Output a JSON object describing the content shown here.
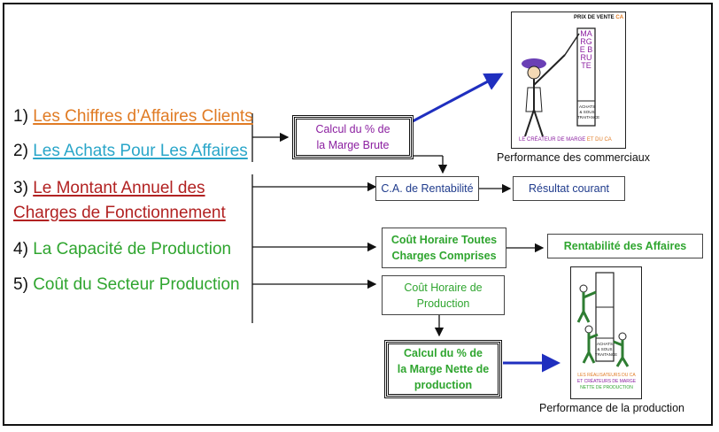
{
  "items": [
    {
      "num": "1)",
      "label": "Les Chiffres d’Affaires Clients",
      "color": "#e07b24"
    },
    {
      "num": "2)",
      "label": "Les Achats Pour Les Affaires",
      "color": "#2aa6c9"
    },
    {
      "num": "3)",
      "label_line1": "Le Montant Annuel des",
      "label_line2": "Charges de Fonctionnement",
      "color": "#b22222"
    },
    {
      "num": "4)",
      "label": "La Capacité de Production",
      "color": "#2fa52f"
    },
    {
      "num": "5)",
      "label": "Coût du Secteur Production",
      "color": "#2fa52f"
    }
  ],
  "boxes": {
    "marge_brute": {
      "line1": "Calcul du  % de",
      "line2": "la Marge Brute",
      "color": "#8b1fa0"
    },
    "ca_rentabilite": {
      "text": "C.A. de Rentabilité",
      "color": "#1f3b8c"
    },
    "resultat_courant": {
      "text": "Résultat courant",
      "color": "#1f3b8c"
    },
    "cout_horaire_toutes": {
      "line1": "Coût Horaire Toutes",
      "line2": "Charges Comprises",
      "color": "#2fa52f"
    },
    "rentabilite_affaires": {
      "text": "Rentabilité des Affaires",
      "color": "#2fa52f"
    },
    "cout_horaire_production": {
      "line1": "Coût Horaire de",
      "line2": "Production",
      "color": "#2fa52f"
    },
    "marge_nette": {
      "line1": "Calcul du  % de",
      "line2": "la Marge Nette de",
      "line3": "production",
      "color": "#2fa52f"
    }
  },
  "illustrations": {
    "commerciaux": {
      "caption": "Performance des commerciaux",
      "col_top_label": "PRIX DE VENTE",
      "col_top_label_accent": "CA",
      "col_letters": "MARGE BRUTE",
      "col_bottom_label": "ACHATS & SOUS TRAITANCE",
      "bottom_text": "LE CRÉATEUR DE MARGE",
      "bottom_text_accent": "ET DU CA"
    },
    "production": {
      "caption": "Performance de la production",
      "bottom_text_1": "LES RÉALISATEURS DU CA",
      "bottom_text_2": "ET CRÉATEURS DE MARGE",
      "bottom_text_3": "NETTE DE PRODUCTION",
      "col_bottom_label": "ACHATS & SOUS TRAITANCE"
    }
  },
  "colors": {
    "arrow_blue": "#1f2fbf",
    "connector": "#111111"
  }
}
